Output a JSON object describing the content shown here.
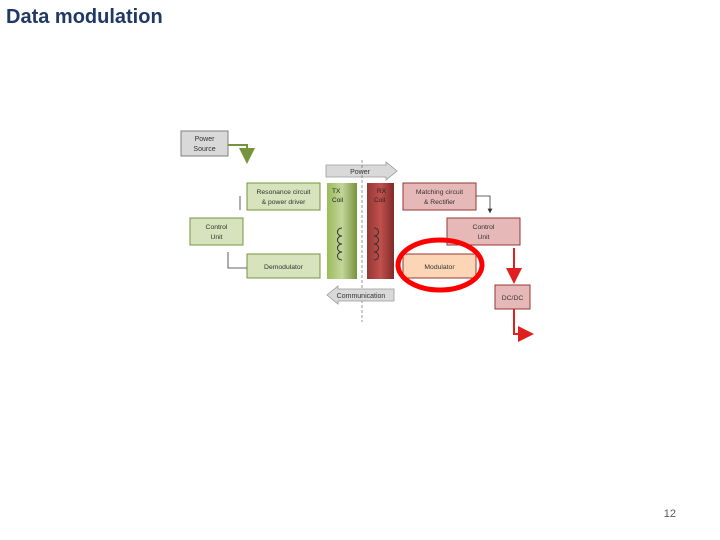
{
  "slide": {
    "title": "Data modulation",
    "page_number": "12"
  },
  "diagram": {
    "power_source": [
      "Power",
      "Source"
    ],
    "power_label": "Power",
    "communication_label": "Communication",
    "tx": {
      "resonance": [
        "Resonance circuit",
        "& power driver"
      ],
      "coil": [
        "TX",
        "Coil"
      ],
      "control": [
        "Control",
        "Unit"
      ],
      "demodulator": "Demodulator"
    },
    "rx": {
      "coil": [
        "RX",
        "Coil"
      ],
      "matching": [
        "Matching circuit",
        "& Rectifier"
      ],
      "control": [
        "Control",
        "Unit"
      ],
      "modulator": "Modulator",
      "dcdc": "DC/DC"
    },
    "colors": {
      "tx_box": "#d6e3bc",
      "tx_border": "#77933c",
      "rx_box": "#e6b9b8",
      "rx_border": "#953735",
      "modulator_box": "#fbd5b5",
      "highlight": "#ff0000",
      "arrow_gray": "#d9d9d9"
    }
  }
}
